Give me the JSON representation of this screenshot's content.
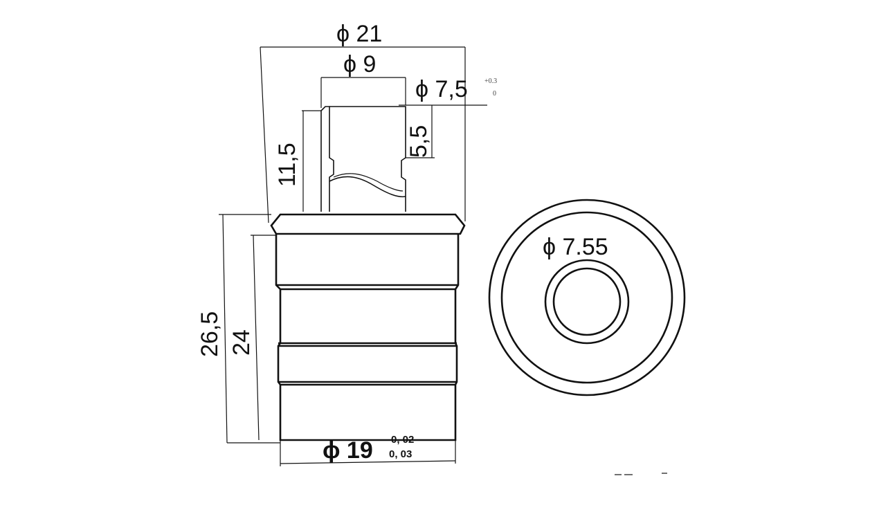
{
  "dimensions": {
    "outer_top_dia": "ϕ 21",
    "inner_dia": "ϕ 9",
    "bore_dia": "ϕ 7,5",
    "bore_dia_tol_upper": "+0.3",
    "bore_dia_tol_lower": "0",
    "stem_height": "11,5",
    "bore_depth": "5,5",
    "total_height": "26,5",
    "body_height": "24",
    "body_dia": "ϕ 19",
    "body_dia_tol_upper": "-0, 02",
    "body_dia_tol_lower": "0, 03",
    "end_view_dia": "ϕ 7.55"
  },
  "colors": {
    "line": "#111111",
    "background": "#ffffff"
  }
}
